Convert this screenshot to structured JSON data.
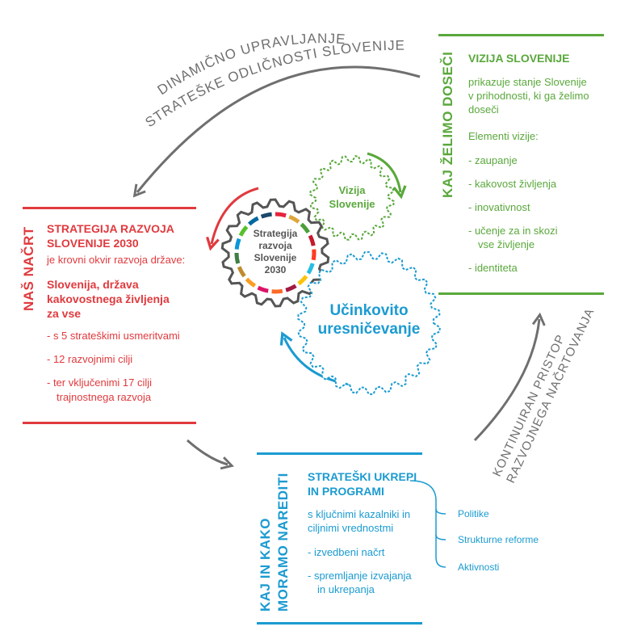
{
  "top_arc": {
    "line1": "DINAMIČNO UPRAVLJANJE",
    "line2": "STRATEŠKE ODLIČNOSTI SLOVENIJE"
  },
  "right_arc": {
    "line1": "KONTINUIRAN PRISTOP",
    "line2": "RAZVOJNEGA NAČRTOVANJA"
  },
  "vision_panel": {
    "side_title": "KAJ ŽELIMO DOSEČI",
    "title": "VIZIJA SLOVENIJE",
    "description_lines": [
      "prikazuje stanje Slovenije",
      "v prihodnosti, ki ga želimo",
      "doseči"
    ],
    "elements_heading": "Elementi vizije:",
    "items": [
      "- zaupanje",
      "- kakovost življenja",
      "- inovativnost",
      "- učenje za in skozi",
      "vse življenje",
      "- identiteta"
    ]
  },
  "strategy_panel": {
    "side_title": "NAŠ NAČRT",
    "title_lines": [
      "STRATEGIJA RAZVOJA",
      "SLOVENIJE 2030"
    ],
    "intro": "je krovni okvir razvoja države:",
    "goal_lines": [
      "Slovenija, država",
      "kakovostnega življenja",
      "za vse"
    ],
    "items": [
      "- s 5 strateškimi usmeritvami",
      "- 12 razvojnimi cilji",
      "- ter vključenimi 17 cilji",
      "trajnostnega razvoja"
    ]
  },
  "actions_panel": {
    "side_title_lines": [
      "KAJ IN KAKO",
      "MORAMO NAREDITI"
    ],
    "title_lines": [
      "STRATEŠKI UKREPI",
      "IN PROGRAMI"
    ],
    "items": [
      "s ključnimi kazalniki in",
      "ciljnimi vrednostmi",
      "- izvedbeni načrt",
      "- spremljanje izvajanja",
      "in ukrepanja"
    ],
    "branches": [
      "Politike",
      "Strukturne reforme",
      "Aktivnosti"
    ]
  },
  "gears": {
    "strategy_lines": [
      "Strategija",
      "razvoja",
      "Slovenije",
      "2030"
    ],
    "vision_lines": [
      "Vizija",
      "Slovenije"
    ],
    "implementation_lines": [
      "Učinkovito",
      "uresničevanje"
    ]
  },
  "colors": {
    "green": "#5aa83c",
    "red": "#e03a3e",
    "blue": "#1b9bd1",
    "gray": "#6f6f6f"
  },
  "icons": {
    "strategy_gear": "gear-icon",
    "vision_gear": "gear-icon",
    "implementation_gear": "gear-icon"
  }
}
